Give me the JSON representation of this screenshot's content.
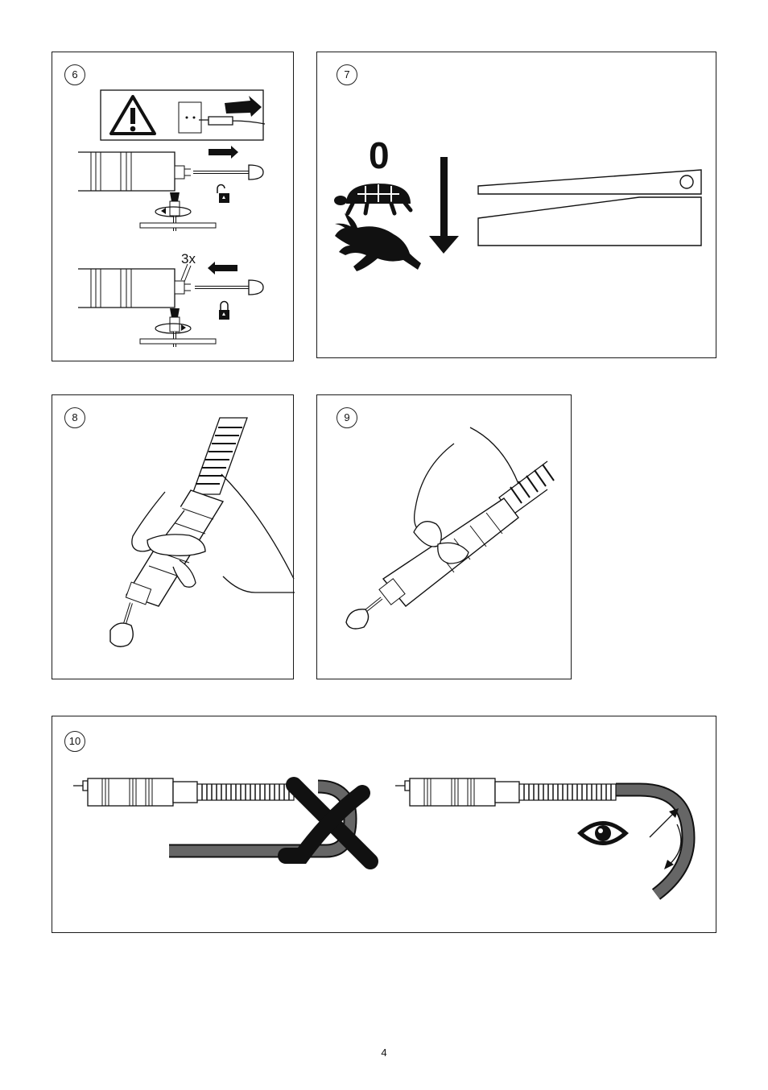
{
  "page": {
    "number": "4"
  },
  "panels": {
    "p6": {
      "step": "6",
      "repeat_label": "3x",
      "icons": [
        "warning-triangle-icon",
        "unplug-icon",
        "unlock-icon",
        "lock-icon",
        "chuck-key-icon"
      ]
    },
    "p7": {
      "step": "7",
      "speed_zero": "0",
      "icons": [
        "turtle-icon",
        "hare-icon",
        "arrow-down-icon"
      ]
    },
    "p8": {
      "step": "8"
    },
    "p9": {
      "step": "9"
    },
    "p10": {
      "step": "10",
      "icons": [
        "cross-mark-icon",
        "eye-icon",
        "bend-arrow-icon"
      ]
    }
  }
}
